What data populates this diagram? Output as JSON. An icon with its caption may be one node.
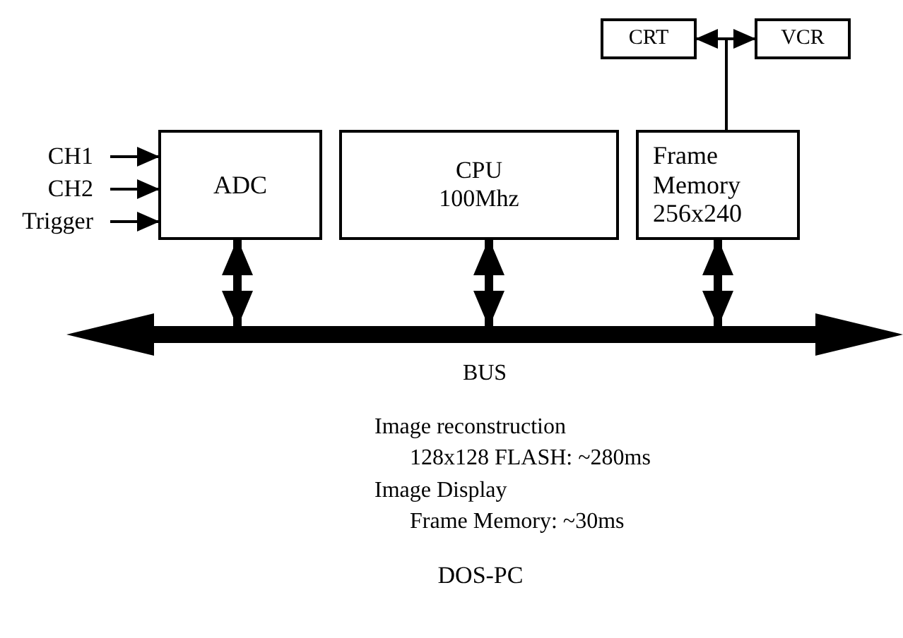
{
  "diagram": {
    "nodes": [
      {
        "text": [
          "CH1"
        ]
      },
      {
        "text": [
          "CH2"
        ]
      },
      {
        "text": [
          "Trigger"
        ]
      },
      {
        "text": [
          "ADC"
        ]
      },
      {
        "text": [
          "CPU",
          "100Mhz"
        ]
      },
      {
        "text": [
          "Frame Memory 256x240"
        ]
      },
      {
        "text": [
          "CRT"
        ]
      },
      {
        "text": [
          "VCR"
        ]
      },
      {
        "text": [],
        "shape": "bar",
        "beside": [
          "BUS"
        ]
      }
    ],
    "edges": [
      {
        "from": 0,
        "to": 3,
        "arrow": "to"
      },
      {
        "from": 1,
        "to": 3,
        "arrow": "to"
      },
      {
        "from": 2,
        "to": 3,
        "arrow": "to"
      },
      {
        "from": 3,
        "to": 8,
        "arrow": "both",
        "style": "thick"
      },
      {
        "from": 4,
        "to": 8,
        "arrow": "both",
        "style": "thick"
      },
      {
        "from": 5,
        "to": 8,
        "arrow": "both",
        "style": "thick"
      },
      {
        "from": 5,
        "to": 6,
        "arrow": "to"
      },
      {
        "from": 5,
        "to": 7,
        "arrow": "to"
      }
    ],
    "labels": [
      "Image reconstruction",
      "128x128 FLASH: ~280ms",
      "Image Display",
      "Frame Memory: ~30ms",
      "DOS-PC"
    ]
  }
}
